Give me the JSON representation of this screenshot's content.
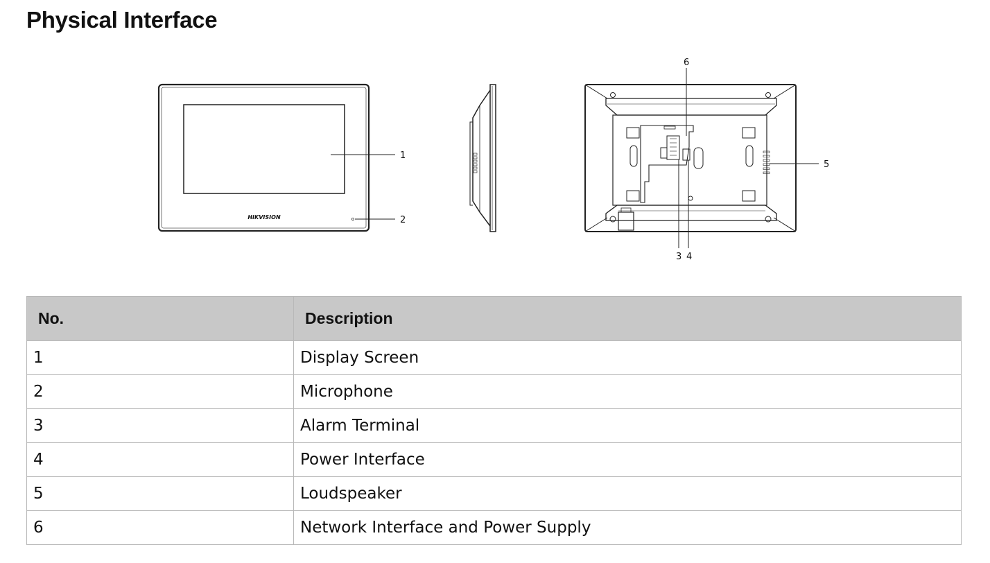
{
  "page": {
    "title": "Physical Interface"
  },
  "figure": {
    "brand_logo": "HIKVISION",
    "callouts": {
      "display_screen": "1",
      "microphone": "2",
      "alarm_terminal": "3",
      "power_interface": "4",
      "loudspeaker": "5",
      "network_interface": "6"
    }
  },
  "table": {
    "headers": {
      "no": "No.",
      "description": "Description"
    },
    "rows": [
      {
        "no": "1",
        "description": "Display Screen"
      },
      {
        "no": "2",
        "description": "Microphone"
      },
      {
        "no": "3",
        "description": "Alarm Terminal"
      },
      {
        "no": "4",
        "description": "Power Interface"
      },
      {
        "no": "5",
        "description": "Loudspeaker"
      },
      {
        "no": "6",
        "description": "Network Interface and Power Supply"
      }
    ]
  }
}
